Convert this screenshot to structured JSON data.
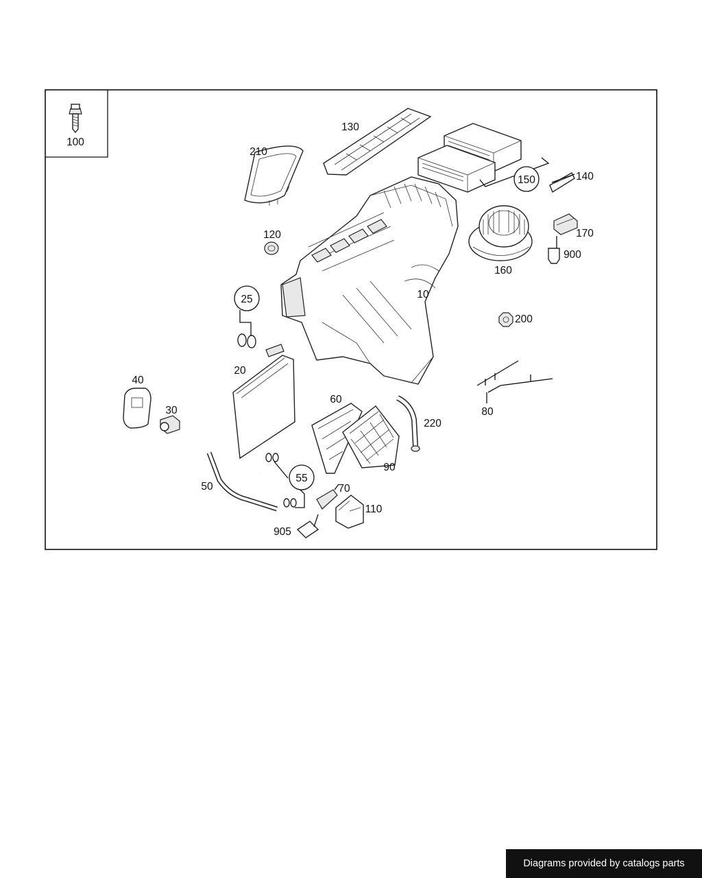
{
  "callouts": {
    "c10": "10",
    "c20": "20",
    "c25": "25",
    "c30": "30",
    "c40": "40",
    "c50": "50",
    "c55": "55",
    "c60": "60",
    "c70": "70",
    "c80": "80",
    "c90": "90",
    "c100": "100",
    "c110": "110",
    "c120": "120",
    "c130": "130",
    "c140": "140",
    "c150": "150",
    "c160": "160",
    "c170": "170",
    "c200": "200",
    "c210": "210",
    "c220": "220",
    "c900": "900",
    "c905": "905"
  },
  "footer": {
    "text": "Diagrams provided by catalogs parts",
    "bg_color": "#111111"
  },
  "colors": {
    "line": "#111111",
    "background": "#ffffff"
  }
}
